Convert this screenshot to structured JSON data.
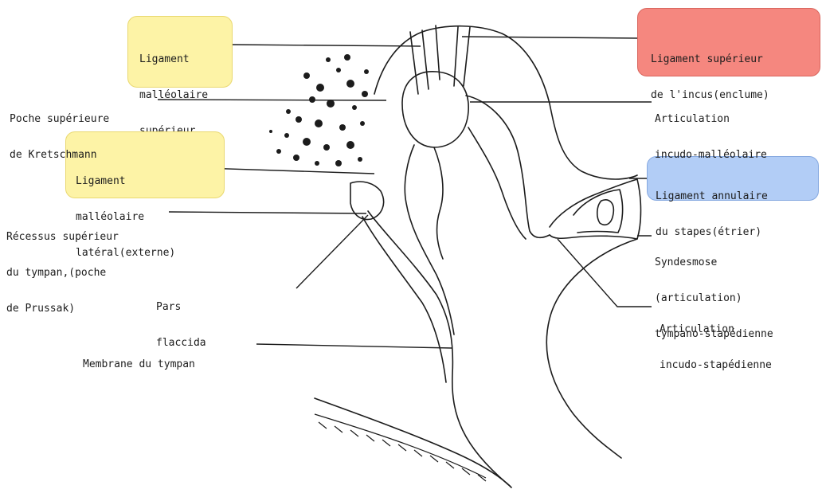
{
  "colors": {
    "yellow_box": "#fdf3a6",
    "yellow_border": "#e9d870",
    "red_box": "#f5877f",
    "red_border": "#d9665e",
    "blue_box": "#b2cdf6",
    "blue_border": "#86a9e0",
    "ink": "#1c1c1c"
  },
  "labels": {
    "lig_mall_sup": [
      "Ligament",
      "malléolaire",
      "supérieur"
    ],
    "lig_sup_incus": [
      "Ligament supérieur",
      "de l'incus(enclume)"
    ],
    "poche_kretschmann": [
      "Poche supérieure",
      "de Kretschmann"
    ],
    "art_incudo_malleolaire": [
      "Articulation",
      "incudo-malléolaire"
    ],
    "lig_mall_lat": [
      "Ligament",
      "malléolaire",
      "latéral(externe)"
    ],
    "lig_annulaire": [
      "Ligament annulaire",
      "du stapes(étrier)"
    ],
    "recessus": [
      "Récessus supérieur",
      "du tympan,(poche",
      "de Prussak)"
    ],
    "syndesmose": [
      "Syndesmose",
      "(articulation)",
      "tympano-stapédienne"
    ],
    "pars_flaccida": [
      "Pars",
      "flaccida"
    ],
    "art_incudo_stapedienne": [
      "Articulation",
      "incudo-stapédienne"
    ],
    "membrane": [
      "Membrane du tympan"
    ]
  }
}
